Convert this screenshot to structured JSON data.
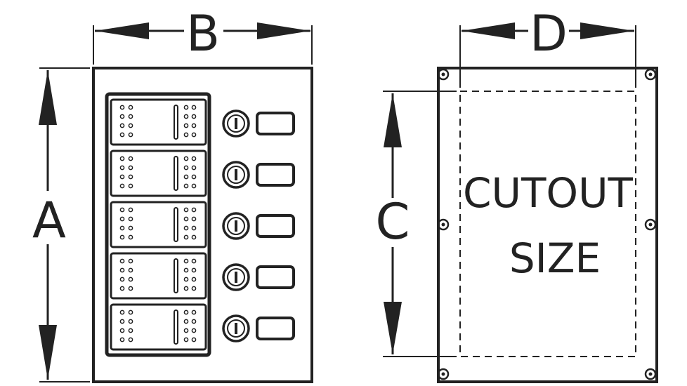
{
  "dimensions": {
    "a": "A",
    "b": "B",
    "c": "C",
    "d": "D"
  },
  "cutout": {
    "line1": "CUTOUT",
    "line2": "SIZE"
  },
  "panel": {
    "switch_rows": [
      "switch-1",
      "switch-2",
      "switch-3",
      "switch-4",
      "switch-5"
    ]
  },
  "colors": {
    "line": "#222222",
    "background": "#ffffff"
  }
}
